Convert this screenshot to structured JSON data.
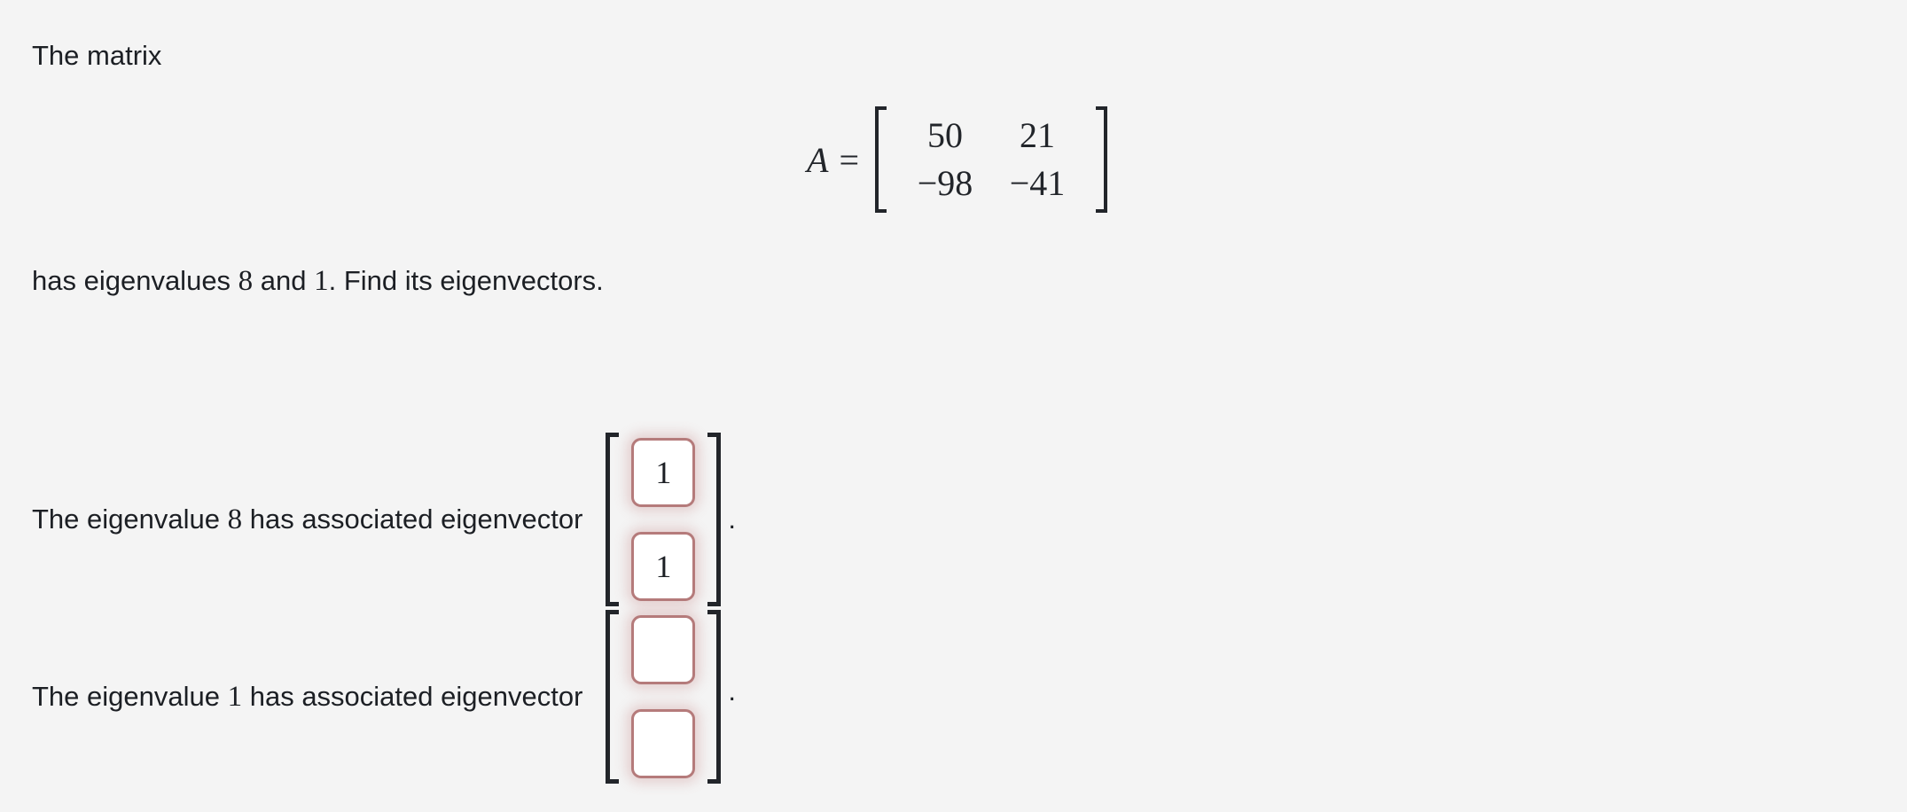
{
  "problem": {
    "intro_text": "The matrix",
    "eigenvalues_sentence": "has eigenvalues 8 and 1. Find its eigenvectors.",
    "eigenvalues_prefix": "has eigenvalues ",
    "eigenvalue_first": "8",
    "eigenvalues_mid": " and ",
    "eigenvalue_second": "1",
    "eigenvalues_suffix": ". Find its eigenvectors."
  },
  "matrix": {
    "name": "A",
    "equals": "=",
    "rows": [
      [
        "50",
        "21"
      ],
      [
        "−98",
        "−41"
      ]
    ]
  },
  "answers": [
    {
      "label_prefix": "The eigenvalue ",
      "eigenvalue": "8",
      "label_suffix": " has associated eigenvector",
      "period": ".",
      "entries": [
        {
          "value": "1",
          "placeholder": ""
        },
        {
          "value": "1",
          "placeholder": ""
        }
      ]
    },
    {
      "label_prefix": "The eigenvalue ",
      "eigenvalue": "1",
      "label_suffix": " has associated eigenvector",
      "period": ".",
      "entries": [
        {
          "value": "",
          "placeholder": ""
        },
        {
          "value": "",
          "placeholder": ""
        }
      ]
    }
  ],
  "colors": {
    "background": "#f4f4f4",
    "text": "#1c1f24",
    "math": "#22252a",
    "input_border": "#b57b7b",
    "input_glow": "rgba(192,120,120,0.30)",
    "input_fill": "#ffffff"
  }
}
